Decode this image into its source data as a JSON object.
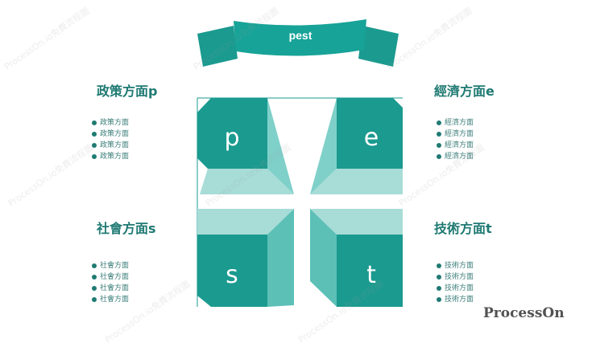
{
  "banner": {
    "label": "pest"
  },
  "quadrants": [
    {
      "id": "p",
      "letter": "p",
      "title": "政策方面p",
      "items": [
        "政策方面",
        "政策方面",
        "政策方面",
        "政策方面"
      ]
    },
    {
      "id": "e",
      "letter": "e",
      "title": "經濟方面e",
      "items": [
        "經濟方面",
        "經濟方面",
        "經濟方面",
        "經濟方面"
      ]
    },
    {
      "id": "s",
      "letter": "s",
      "title": "社會方面s",
      "items": [
        "社會方面",
        "社會方面",
        "社會方面",
        "社會方面"
      ]
    },
    {
      "id": "t",
      "letter": "t",
      "title": "技術方面t",
      "items": [
        "技術方面",
        "技術方面",
        "技術方面",
        "技術方面"
      ]
    }
  ],
  "brand": "ProcessOn",
  "watermark": "ProcessOn.io免費流程圖",
  "colors": {
    "teal": "#1b9a8f",
    "teal_light": "#6cc8c0",
    "teal_pale": "#a7dcd7",
    "title": "#1f7a73"
  }
}
